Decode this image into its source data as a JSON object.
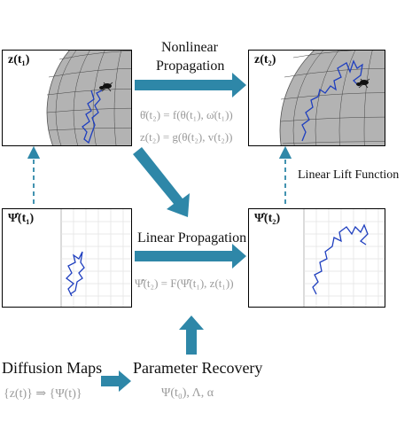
{
  "panels": {
    "z_t1": {
      "label": "z(t₁)"
    },
    "z_t2": {
      "label": "z(t₂)"
    },
    "psi_t1": {
      "label": "Ψ̂(t₁)"
    },
    "psi_t2": {
      "label": "Ψ̂(t₂)"
    }
  },
  "nonlinear": {
    "title_line1": "Nonlinear",
    "title_line2": "Propagation",
    "eq1": "θ̇(t₂) = f(θ(t₁), ω̇(t₁))",
    "eq2": "z(t₂) = g(θ(t₂), v(t₂))"
  },
  "linear_lift": {
    "label": "Linear Lift Function"
  },
  "linear": {
    "title": "Linear Propagation",
    "eq": "Ψ̂̇(t₂) = F(Ψ̂(t₁), z(t₁))"
  },
  "diffusion": {
    "title": "Diffusion Maps",
    "eq": "{z(t)} ⇒ {Ψ(t)}"
  },
  "recovery": {
    "title": "Parameter Recovery",
    "eq": "Ψ(t₀), Λ, α"
  },
  "colors": {
    "arrow": "#2e87a8",
    "trajectory": "#1f3fbf",
    "sphere": "#b3b3b3",
    "equation": "#9a9a9a"
  }
}
